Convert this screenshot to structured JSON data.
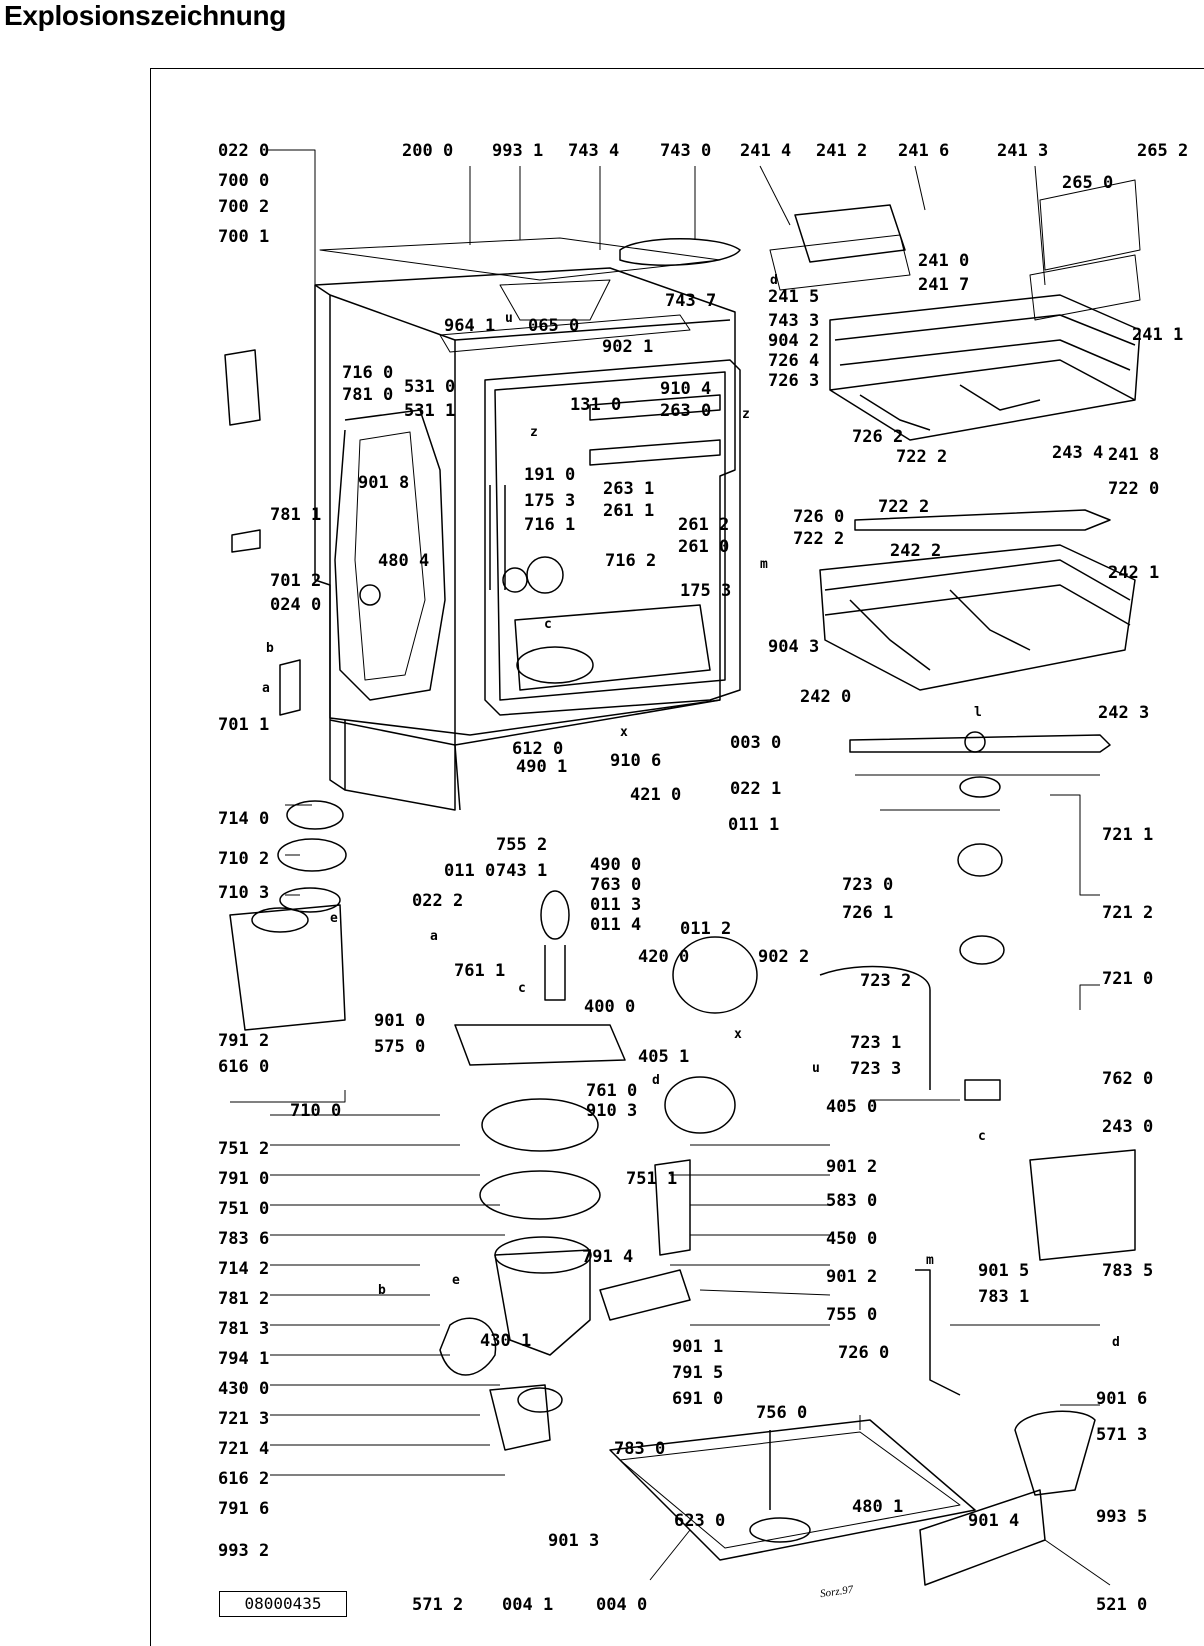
{
  "page": {
    "title": "Explosionszeichnung"
  },
  "drawing_number": "08000435",
  "watermark": "Sorz.97",
  "parts": {
    "p0220": "022 0",
    "p7000": "700 0",
    "p7002": "700 2",
    "p7001": "700 1",
    "p2000": "200 0",
    "p9931": "993 1",
    "p7434": "743 4",
    "p7430": "743 0",
    "p2414": "241 4",
    "p2412": "241 2",
    "p2416": "241 6",
    "p2413": "241 3",
    "p2652": "265 2",
    "p2650": "265 0",
    "p2410": "241 0",
    "p2417": "241 7",
    "p2415": "241 5",
    "p7437": "743 7",
    "p7433": "743 3",
    "p9042": "904 2",
    "p2411": "241 1",
    "p9641": "964 1",
    "p0650": "065 0",
    "p9021": "902 1",
    "p7264": "726 4",
    "p7263": "726 3",
    "p7160": "716 0",
    "p7810": "781 0",
    "p5310": "531 0",
    "p5311": "531 1",
    "p1310": "131 0",
    "p9104": "910 4",
    "p2630": "263 0",
    "p7262": "726 2",
    "p2418": "241 8",
    "p2434": "243 4",
    "p7222": "722 2",
    "p7220": "722 0",
    "p9018": "901 8",
    "p7811": "781 1",
    "p1910": "191 0",
    "p1753": "175 3",
    "p7161": "716 1",
    "p2631": "263 1",
    "p2611": "261 1",
    "p2612": "261 2",
    "p2610": "261 0",
    "p7260": "726 0",
    "p7222b": "722 2",
    "p2422": "242 2",
    "p2421": "242 1",
    "p7162": "716 2",
    "p4804": "480 4",
    "p7012": "701 2",
    "p0240": "024 0",
    "p1753b": "175 3",
    "p9043": "904 3",
    "p2420": "242 0",
    "p2423": "242 3",
    "p7011": "701 1",
    "p0030": "003 0",
    "p6120": "612 0",
    "p4901": "490 1",
    "p9106": "910 6",
    "p0221": "022 1",
    "p4210": "421 0",
    "p7140": "714 0",
    "p0111": "011 1",
    "p7211": "721 1",
    "p7102": "710 2",
    "p0110": "011 0",
    "p7431": "743 1",
    "p7552": "755 2",
    "p4900": "490 0",
    "p7630": "763 0",
    "p0113": "011 3",
    "p0114": "011 4",
    "p7103": "710 3",
    "p0222": "022 2",
    "p7230": "723 0",
    "p7261": "726 1",
    "p0112": "011 2",
    "p7212": "721 2",
    "p9022": "902 2",
    "p7611": "761 1",
    "p4200": "420 0",
    "p7232": "723 2",
    "p7210": "721 0",
    "p9010": "901 0",
    "p4000": "400 0",
    "p7912": "791 2",
    "p6160": "616 0",
    "p5750": "575 0",
    "p7231": "723 1",
    "p7233": "723 3",
    "p4051": "405 1",
    "p7610": "761 0",
    "p9103": "910 3",
    "p7620": "762 0",
    "p7100": "710 0",
    "p4050": "405 0",
    "p7512": "751 2",
    "p2430": "243 0",
    "p7910": "791 0",
    "p7511": "751 1",
    "p9012": "901 2",
    "p7510": "751 0",
    "p5830": "583 0",
    "p7836": "783 6",
    "p4500": "450 0",
    "p7914": "791 4",
    "p7142": "714 2",
    "p9012b": "901 2",
    "p9015": "901 5",
    "p7835": "783 5",
    "p7812": "781 2",
    "p7550": "755 0",
    "p7831": "783 1",
    "p7813": "781 3",
    "p4301": "430 1",
    "p9011": "901 1",
    "p7260b": "726 0",
    "p7941": "794 1",
    "p7915": "791 5",
    "p9016": "901 6",
    "p4300": "430 0",
    "p6910": "691 0",
    "p5713": "571 3",
    "p7213": "721 3",
    "p7560": "756 0",
    "p7214": "721 4",
    "p7830": "783 0",
    "p4801": "480 1",
    "p6162": "616 2",
    "p9014": "901 4",
    "p9935": "993 5",
    "p7916": "791 6",
    "p6230": "623 0",
    "p9013": "901 3",
    "p9932": "993 2",
    "p5712": "571 2",
    "p0041": "004 1",
    "p0040": "004 0",
    "p5210": "521 0"
  },
  "letters": {
    "u1": "u",
    "d1": "d",
    "z1": "z",
    "z2": "z",
    "m1": "m",
    "c1": "c",
    "x1": "x",
    "b1": "b",
    "a1": "a",
    "e1": "e",
    "a2": "a",
    "c2": "c",
    "x2": "x",
    "u2": "u",
    "d2": "d",
    "c3": "c",
    "m2": "m",
    "d3": "d",
    "b2": "b",
    "e2": "e",
    "i1": "l"
  }
}
